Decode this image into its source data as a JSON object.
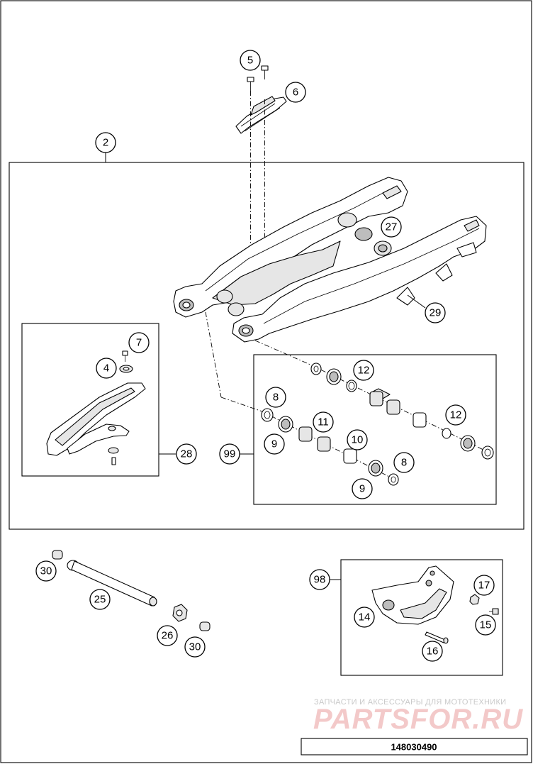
{
  "callouts": {
    "c2": "2",
    "c4": "4",
    "c5": "5",
    "c6": "6",
    "c7": "7",
    "c8a": "8",
    "c8b": "8",
    "c9a": "9",
    "c9b": "9",
    "c10": "10",
    "c11": "11",
    "c12a": "12",
    "c12b": "12",
    "c14": "14",
    "c15": "15",
    "c16": "16",
    "c17": "17",
    "c25": "25",
    "c26": "26",
    "c27": "27",
    "c28": "28",
    "c29": "29",
    "c30a": "30",
    "c30b": "30",
    "c98": "98",
    "c99": "99"
  },
  "watermark": {
    "tagline": "ЗАПЧАСТИ И АКСЕССУАРЫ ДЛЯ МОТОТЕХНИКИ",
    "logo": "PARTSFOR.RU"
  },
  "diagram_code": "148030490"
}
